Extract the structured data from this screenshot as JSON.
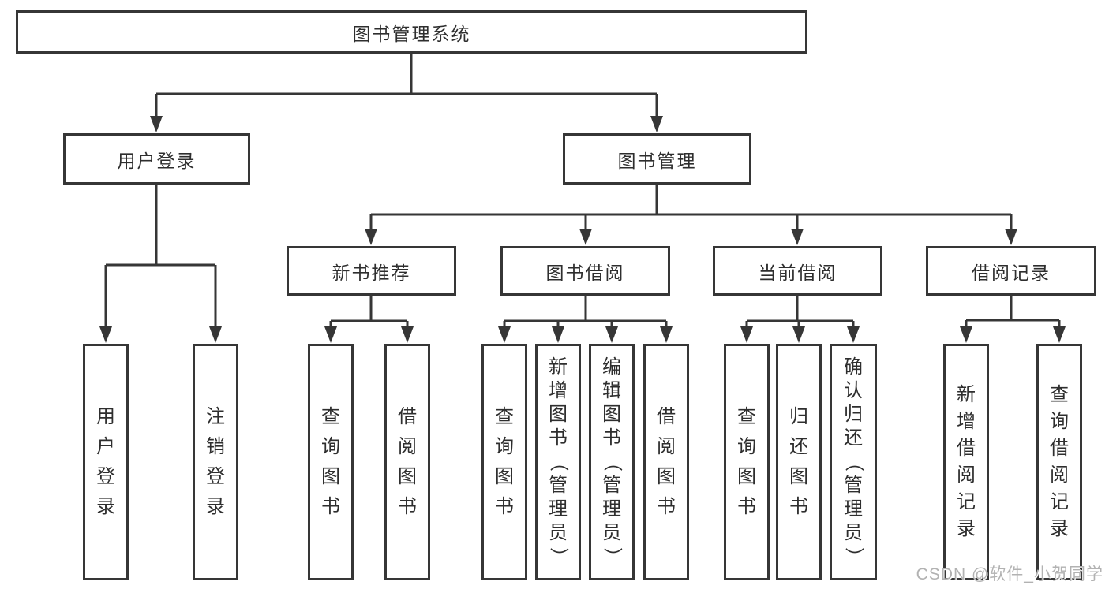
{
  "colors": {
    "line": "#363636",
    "box_border": "#363636",
    "text": "#2e2e2e",
    "background": "#ffffff",
    "watermark": "#b2b2b2"
  },
  "watermark": "CSDN @软件_小贺同学",
  "tree": {
    "root": {
      "label": "图书管理系统"
    },
    "branches": [
      {
        "label": "用户登录",
        "children": [
          "用户登录",
          "注销登录"
        ]
      },
      {
        "label": "图书管理",
        "groups": [
          {
            "label": "新书推荐",
            "children": [
              "查询图书",
              "借阅图书"
            ]
          },
          {
            "label": "图书借阅",
            "children": [
              "查询图书",
              "新增图书（管理员）",
              "编辑图书（管理员）",
              "借阅图书"
            ]
          },
          {
            "label": "当前借阅",
            "children": [
              "查询图书",
              "归还图书",
              "确认归还（管理员）"
            ]
          },
          {
            "label": "借阅记录",
            "children": [
              "新增借阅记录",
              "查询借阅记录"
            ]
          }
        ]
      }
    ]
  }
}
